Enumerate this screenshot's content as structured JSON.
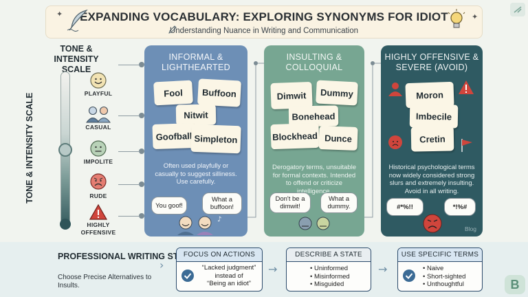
{
  "header": {
    "title": "EXPANDING VOCABULARY: EXPLORING SYNONYMS FOR IDIOT",
    "subtitle": "Understanding Nuance in Writing and Communication"
  },
  "scale": {
    "title": "TONE & INTENSITY SCALE",
    "vertical_label": "TONE & INTENSITY SCALE",
    "levels": [
      {
        "label": "PLAYFUL",
        "icon": "smiling-face-icon"
      },
      {
        "label": "CASUAL",
        "icon": "two-people-icon"
      },
      {
        "label": "IMPOLITE",
        "icon": "frowning-face-icon"
      },
      {
        "label": "RUDE",
        "icon": "angry-face-icon"
      },
      {
        "label": "HIGHLY OFFENSIVE",
        "icon": "warning-icon"
      }
    ]
  },
  "columns": [
    {
      "heading": "INFORMAL & LIGHTHEARTED",
      "color": "#6d8fb6",
      "words": [
        "Fool",
        "Buffoon",
        "Nitwit",
        "Goofball",
        "Simpleton"
      ],
      "description": "Often used playfully or casually to suggest silliness. Use carefully.",
      "bubbles": [
        "You goof!",
        "What a buffoon!"
      ]
    },
    {
      "heading": "INSULTING & COLLOQUIAL",
      "color": "#77a692",
      "words": [
        "Dimwit",
        "Dummy",
        "Bonehead",
        "Blockhead",
        "Dunce"
      ],
      "description": "Derogatory terms, unsuitable for formal contexts. Intended to offend or criticize intelligence.",
      "bubbles": [
        "Don't be a dimwit!",
        "What a dummy."
      ]
    },
    {
      "heading": "HIGHLY OFFENSIVE & SEVERE (AVOID)",
      "color": "#2f5a62",
      "words": [
        "Moron",
        "Imbecile",
        "Cretin"
      ],
      "description": "Historical psychological terms now widely considered strong slurs and extremely insulting. Avoid in all writing.",
      "bubbles": [
        "#*%!!",
        "*!%#"
      ],
      "watermark": "Blog"
    }
  ],
  "strategies": {
    "title": "PROFESSIONAL WRITING STRATEGIES",
    "subtitle": "Choose Precise Alternatives to Insults.",
    "boxes": [
      {
        "heading": "FOCUS ON ACTIONS",
        "lines": [
          "“Lacked judgment”",
          "instead of",
          "“Being an idiot”"
        ]
      },
      {
        "heading": "DESCRIBE A STATE",
        "lines": [
          "• Uninformed",
          "• Misinformed",
          "• Misguided"
        ]
      },
      {
        "heading": "USE SPECIFIC TERMS",
        "lines": [
          "• Naive",
          "• Short-sighted",
          "• Unthoughtful"
        ]
      }
    ]
  },
  "colors": {
    "accent_blue": "#2b4a6b",
    "check_blue": "#3b6b95",
    "warning_red": "#c9403a"
  }
}
